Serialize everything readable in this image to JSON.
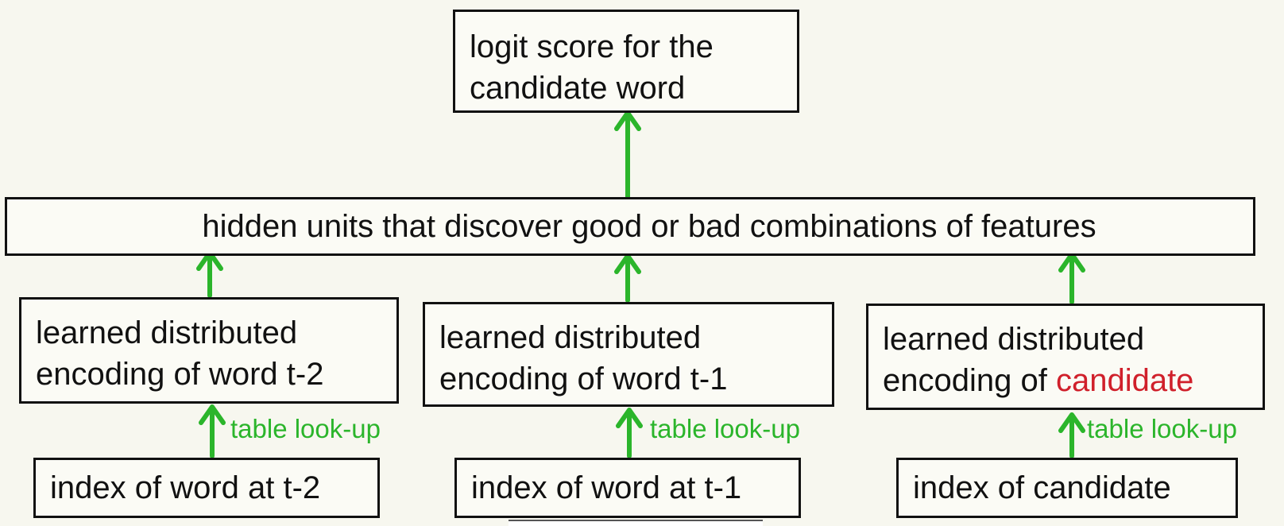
{
  "diagram": {
    "colors": {
      "arrow": "#2bb52b",
      "label_text": "#2bb52b",
      "highlight": "#d0202b",
      "border": "#111111"
    },
    "top_box": {
      "line1": "logit score for the",
      "line2": "candidate word"
    },
    "hidden_box": {
      "text": "hidden units that discover good or bad combinations of features"
    },
    "encodings": [
      {
        "line1": "learned distributed",
        "line2": "encoding of word t-2"
      },
      {
        "line1": "learned distributed",
        "line2": "encoding of word t-1"
      },
      {
        "line1": "learned distributed",
        "line2_prefix": "encoding of ",
        "line2_highlight": "candidate"
      }
    ],
    "lookups": [
      "table look-up",
      "table look-up",
      "table look-up"
    ],
    "indices": [
      "index of word at t-2",
      "index of word at t-1",
      "index of candidate"
    ]
  }
}
